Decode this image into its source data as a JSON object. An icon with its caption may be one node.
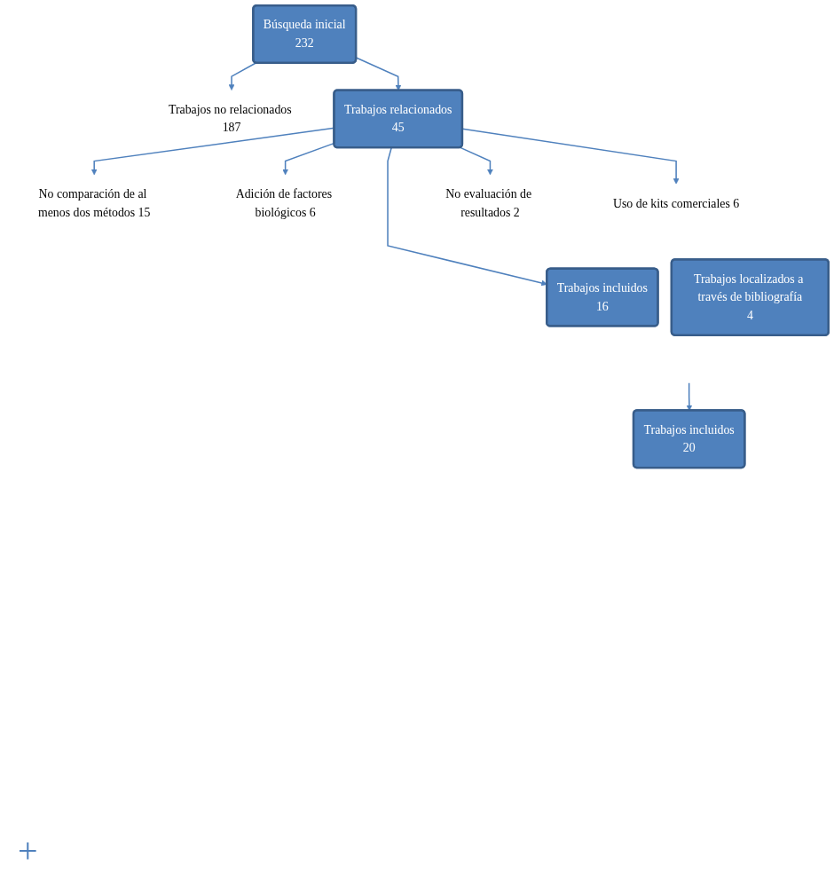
{
  "diagram": {
    "nodes": [
      {
        "text": [
          "Búsqueda inicial",
          "232"
        ]
      },
      {
        "text": [
          "Trabajos no relacionados 187"
        ]
      },
      {
        "text": [
          "Trabajos relacionados",
          "45"
        ]
      },
      {
        "text": [
          "No comparación de al menos dos métodos 15"
        ]
      },
      {
        "text": [
          "Adición de factores biológicos 6"
        ]
      },
      {
        "text": [
          "Uso de kits comerciales 6"
        ]
      },
      {
        "text": [
          "No evaluación de resultados 2"
        ]
      },
      {
        "text": [
          "Trabajos incluidos",
          "16"
        ]
      },
      {
        "text": [
          "Trabajos localizados a través de bibliografía",
          "4"
        ]
      },
      {
        "text": [
          "Trabajos incluidos",
          "20"
        ]
      }
    ],
    "edges": [
      {
        "from": 0,
        "to": 2,
        "arrow": "to"
      },
      {
        "from": 0,
        "to": 1,
        "arrow": "to"
      },
      {
        "from": 2,
        "to": 3,
        "arrow": "to"
      },
      {
        "from": 2,
        "to": 4,
        "arrow": "to"
      },
      {
        "from": 2,
        "to": 5,
        "arrow": "to"
      },
      {
        "from": 2,
        "to": 6,
        "arrow": "to"
      },
      {
        "from": 2,
        "to": 7,
        "arrow": "to"
      },
      {
        "from": null,
        "to": 9,
        "arrow": "to"
      }
    ],
    "labels": [
      "+"
    ]
  }
}
